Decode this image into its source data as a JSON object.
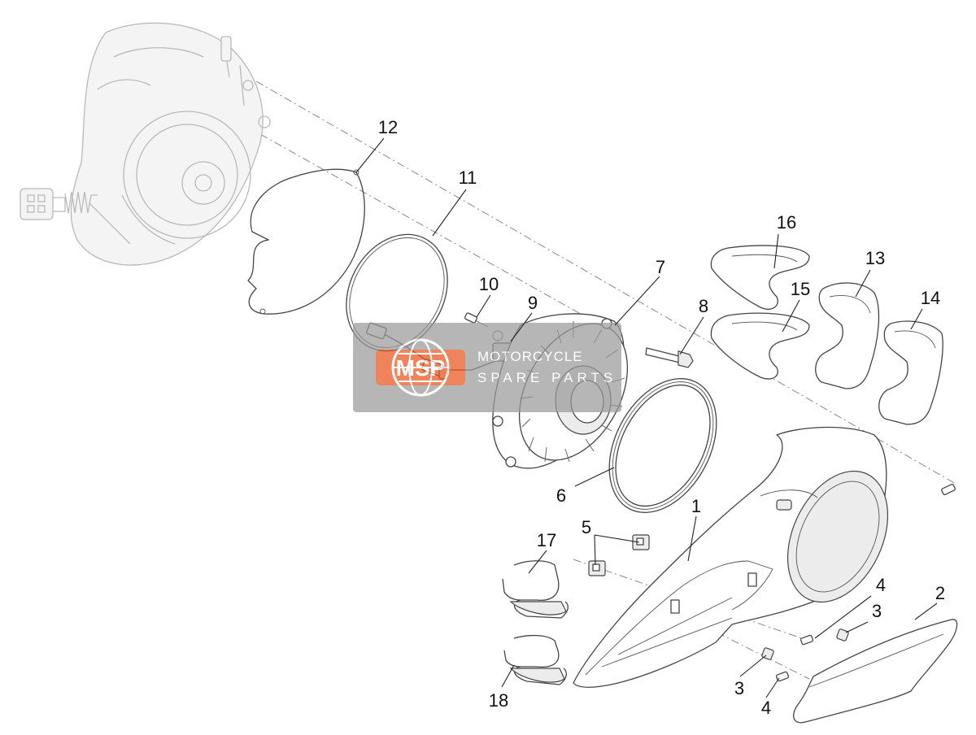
{
  "callouts": [
    {
      "id": "1",
      "label": "1"
    },
    {
      "id": "2",
      "label": "2"
    },
    {
      "id": "3a",
      "label": "3"
    },
    {
      "id": "3b",
      "label": "3"
    },
    {
      "id": "4a",
      "label": "4"
    },
    {
      "id": "4b",
      "label": "4"
    },
    {
      "id": "5",
      "label": "5"
    },
    {
      "id": "6",
      "label": "6"
    },
    {
      "id": "7",
      "label": "7"
    },
    {
      "id": "8",
      "label": "8"
    },
    {
      "id": "9",
      "label": "9"
    },
    {
      "id": "10",
      "label": "10"
    },
    {
      "id": "11",
      "label": "11"
    },
    {
      "id": "12",
      "label": "12"
    },
    {
      "id": "13",
      "label": "13"
    },
    {
      "id": "14",
      "label": "14"
    },
    {
      "id": "15",
      "label": "15"
    },
    {
      "id": "16",
      "label": "16"
    },
    {
      "id": "17",
      "label": "17"
    },
    {
      "id": "18",
      "label": "18"
    }
  ],
  "watermark": {
    "brand": "MSP",
    "line1": "MOTORCYCLE",
    "line2": "SPARE PARTS",
    "accent": "#e8541e"
  }
}
